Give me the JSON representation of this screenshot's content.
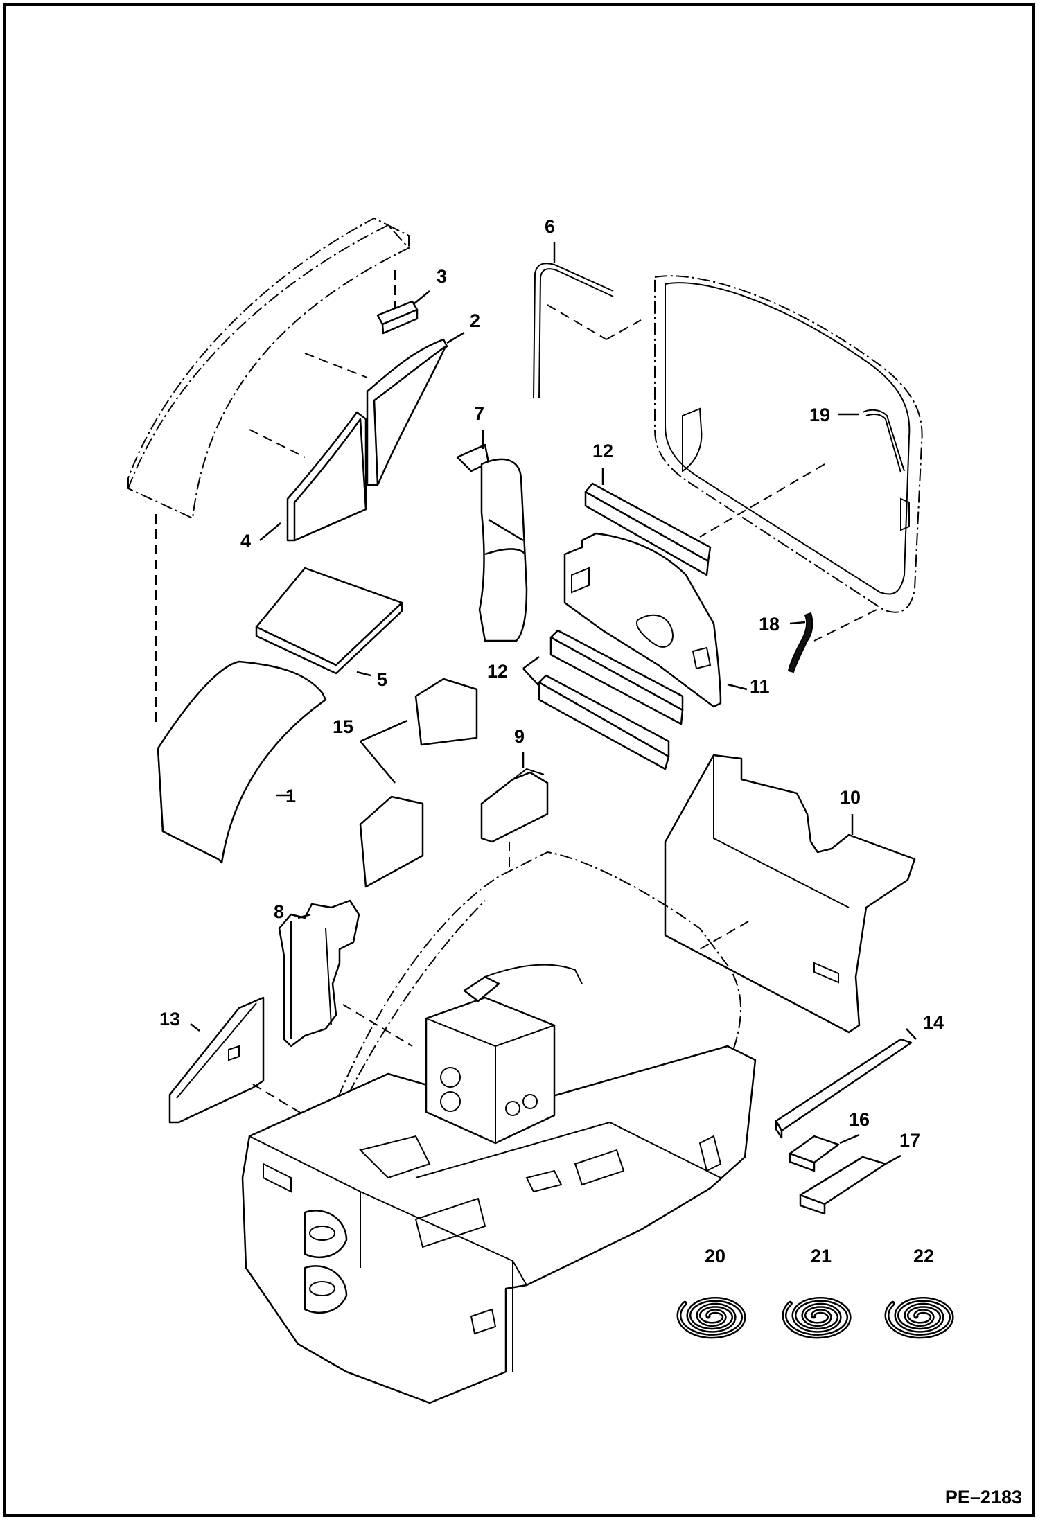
{
  "drawing": {
    "code": "PE–2183"
  },
  "callouts": [
    {
      "id": "1",
      "label": "1"
    },
    {
      "id": "2",
      "label": "2"
    },
    {
      "id": "3",
      "label": "3"
    },
    {
      "id": "4",
      "label": "4"
    },
    {
      "id": "5",
      "label": "5"
    },
    {
      "id": "6",
      "label": "6"
    },
    {
      "id": "7",
      "label": "7"
    },
    {
      "id": "8",
      "label": "8"
    },
    {
      "id": "9",
      "label": "9"
    },
    {
      "id": "10",
      "label": "10"
    },
    {
      "id": "11",
      "label": "11"
    },
    {
      "id": "12a",
      "label": "12"
    },
    {
      "id": "12b",
      "label": "12"
    },
    {
      "id": "13",
      "label": "13"
    },
    {
      "id": "14",
      "label": "14"
    },
    {
      "id": "15",
      "label": "15"
    },
    {
      "id": "16",
      "label": "16"
    },
    {
      "id": "17",
      "label": "17"
    },
    {
      "id": "18",
      "label": "18"
    },
    {
      "id": "19",
      "label": "19"
    },
    {
      "id": "20",
      "label": "20"
    },
    {
      "id": "21",
      "label": "21"
    },
    {
      "id": "22",
      "label": "22"
    }
  ]
}
